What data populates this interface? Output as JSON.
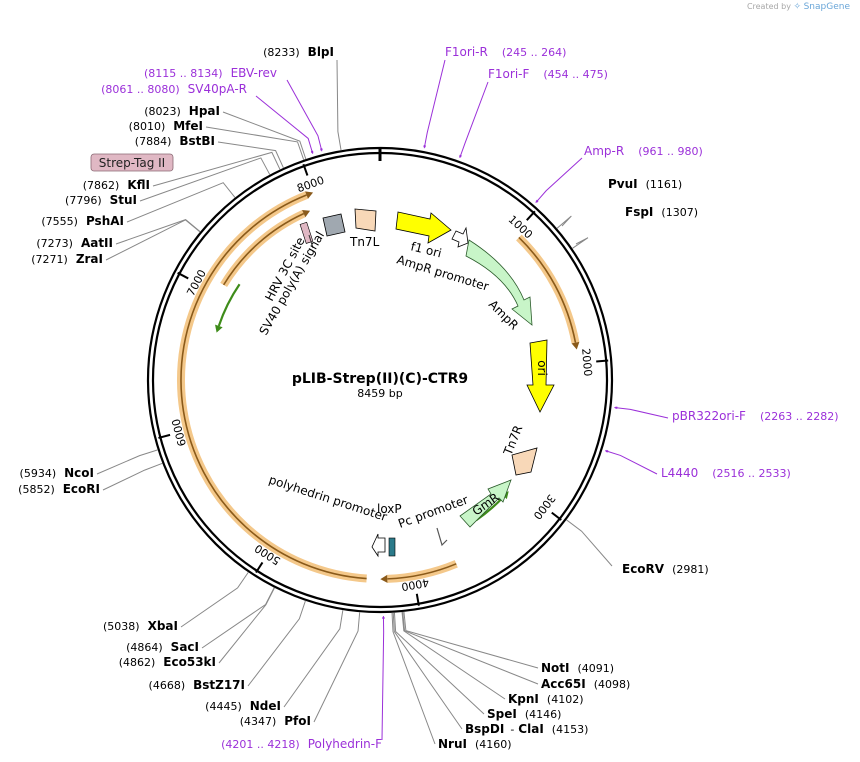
{
  "brand": {
    "created_by": "Created by",
    "app": "SnapGene"
  },
  "plasmid": {
    "name": "pLIB-Strep(II)(C)-CTR9",
    "size_label": "8459 bp",
    "length": 8459
  },
  "ticks": [
    "1000",
    "2000",
    "3000",
    "4000",
    "5000",
    "6000",
    "7000",
    "8000"
  ],
  "tick_positions": [
    1000,
    2000,
    3000,
    4000,
    5000,
    6000,
    7000,
    8000
  ],
  "sites_right": [
    {
      "name": "PvuI",
      "pos": "(1161)",
      "bp": 1161
    },
    {
      "name": "FspI",
      "pos": "(1307)",
      "bp": 1307
    },
    {
      "name": "EcoRV",
      "pos": "(2981)",
      "bp": 2981
    }
  ],
  "sites_bottom_right": [
    {
      "name": "NotI",
      "pos": "(4091)",
      "bp": 4091
    },
    {
      "name": "Acc65I",
      "pos": "(4098)",
      "bp": 4098
    },
    {
      "name": "KpnI",
      "pos": "(4102)",
      "bp": 4102
    },
    {
      "name": "SpeI",
      "pos": "(4146)",
      "bp": 4146
    },
    {
      "name": "BspDI",
      "pos": "(4153)",
      "bp": 4153,
      "extra": "ClaI",
      "sep": "-"
    },
    {
      "name": "NruI",
      "pos": "(4160)",
      "bp": 4160
    }
  ],
  "sites_left": [
    {
      "name": "BlpI",
      "pos": "(8233)",
      "bp": 8233
    },
    {
      "name": "HpaI",
      "pos": "(8023)",
      "bp": 8023
    },
    {
      "name": "MfeI",
      "pos": "(8010)",
      "bp": 8010
    },
    {
      "name": "BstBI",
      "pos": "(7884)",
      "bp": 7884
    },
    {
      "name": "KflI",
      "pos": "(7862)",
      "bp": 7862
    },
    {
      "name": "StuI",
      "pos": "(7796)",
      "bp": 7796
    },
    {
      "name": "PshAI",
      "pos": "(7555)",
      "bp": 7555
    },
    {
      "name": "AatII",
      "pos": "(7273)",
      "bp": 7273
    },
    {
      "name": "ZraI",
      "pos": "(7271)",
      "bp": 7271
    },
    {
      "name": "NcoI",
      "pos": "(5934)",
      "bp": 5934
    },
    {
      "name": "EcoRI",
      "pos": "(5852)",
      "bp": 5852
    },
    {
      "name": "XbaI",
      "pos": "(5038)",
      "bp": 5038
    },
    {
      "name": "SacI",
      "pos": "(4864)",
      "bp": 4864
    },
    {
      "name": "Eco53kI",
      "pos": "(4862)",
      "bp": 4862
    },
    {
      "name": "BstZ17I",
      "pos": "(4668)",
      "bp": 4668
    },
    {
      "name": "NdeI",
      "pos": "(4445)",
      "bp": 4445
    },
    {
      "name": "PfoI",
      "pos": "(4347)",
      "bp": 4347
    }
  ],
  "primers": [
    {
      "name": "F1ori-R",
      "range": "(245 .. 264)",
      "bp": 254
    },
    {
      "name": "F1ori-F",
      "range": "(454 .. 475)",
      "bp": 464
    },
    {
      "name": "Amp-R",
      "range": "(961 .. 980)",
      "bp": 970
    },
    {
      "name": "pBR322ori-F",
      "range": "(2263 .. 2282)",
      "bp": 2272
    },
    {
      "name": "L4440",
      "range": "(2516 .. 2533)",
      "bp": 2524
    },
    {
      "name": "EBV-rev",
      "range": "(8115 .. 8134)",
      "bp": 8124
    },
    {
      "name": "SV40pA-R",
      "range": "(8061 .. 8080)",
      "bp": 8070
    },
    {
      "name": "Polyhedrin-F",
      "range": "(4201 .. 4218)",
      "bp": 4210
    }
  ],
  "highlight_feature": "Strep-Tag II",
  "features": {
    "f1_ori": "f1 ori",
    "ampr_promoter": "AmpR promoter",
    "ampr": "AmpR",
    "ori": "ori",
    "tn7r": "Tn7R",
    "gmr": "GmR",
    "pc_promoter": "Pc promoter",
    "loxp": "loxP",
    "polyhedrin_promoter": "polyhedrin promoter",
    "hrv": "HRV 3C site",
    "sv40": "SV40 poly(A) signal",
    "tn7l": "Tn7L"
  },
  "colors": {
    "backbone": "#000000",
    "orf_fill": "#f4c88a",
    "orf_stroke": "#8a5a1a",
    "misc_arrow": "#ffff00",
    "ampr_fill": "#c8f5c8",
    "green_arrow": "#3e8c1a",
    "primer": "#9b30d9",
    "site_line": "#888888",
    "tn7_fill": "#f8d8b8",
    "grey_box": "#a0a8b0",
    "strep_bg": "#e0b8c4"
  }
}
